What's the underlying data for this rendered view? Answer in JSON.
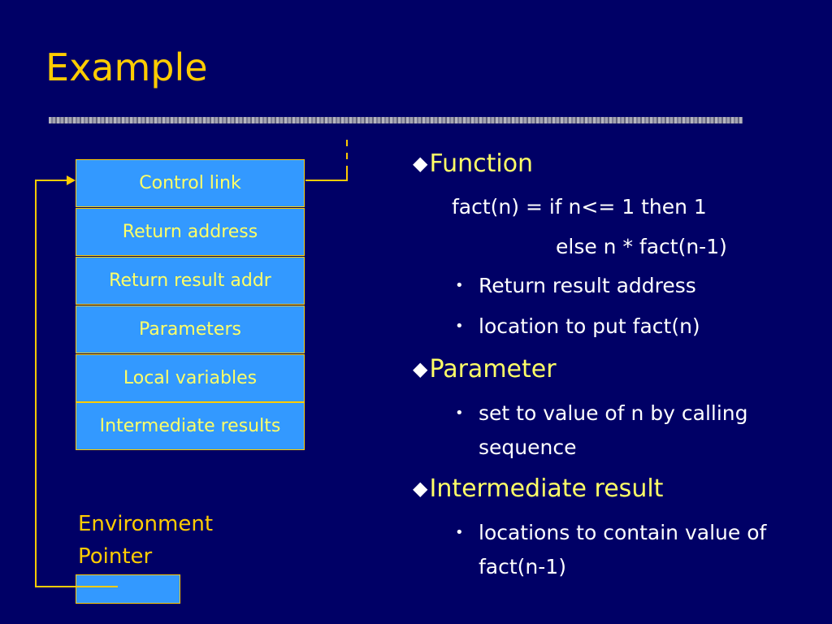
{
  "slide": {
    "title": "Example"
  },
  "frame": {
    "cells": [
      "Control link",
      "Return address",
      "Return result addr",
      "Parameters",
      "Local variables",
      "Intermediate results"
    ],
    "environment_pointer_label": [
      "Environment",
      "Pointer"
    ]
  },
  "bullets": {
    "function": {
      "heading": "Function",
      "code": [
        "fact(n) = if n<= 1  then 1",
        "else n * fact(n-1)"
      ],
      "items": [
        "Return result address",
        "location to put fact(n)"
      ]
    },
    "parameter": {
      "heading": "Parameter",
      "items": [
        "set to value of n by calling sequence"
      ]
    },
    "intermediate": {
      "heading": "Intermediate result",
      "items": [
        "locations to contain value of fact(n-1)"
      ]
    },
    "diamond_icon": "diamond-bullet",
    "dot_icon": "round-bullet"
  },
  "colors": {
    "background": "#000066",
    "title": "#ffcc00",
    "cell_fill": "#3399ff",
    "cell_text": "#ffff66",
    "connector": "#ffcc00"
  }
}
